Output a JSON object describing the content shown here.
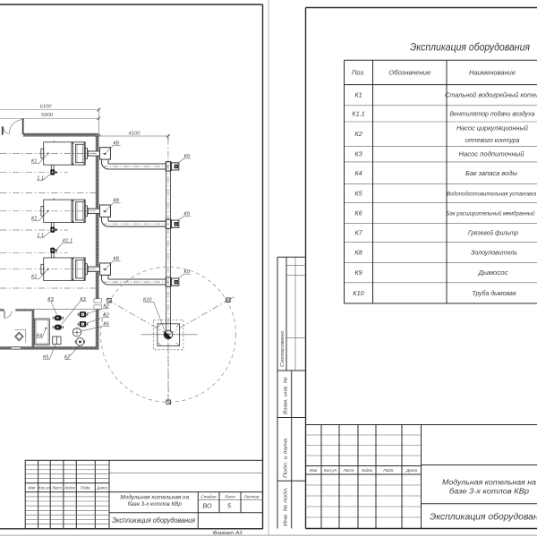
{
  "document_type": "two-sheet boiler plant drawing",
  "left_sheet": {
    "dimensions": {
      "width_total": "6100",
      "width_inner": "5900",
      "flue_span": "4100"
    },
    "plan_labels": {
      "k1": "К1",
      "k1_1_short": "1.1",
      "k1_1": "К1.1",
      "k2": "К2",
      "k3": "К3",
      "k4": "К4",
      "k5": "К5",
      "k6": "К6",
      "k7": "К7",
      "k8": "К8",
      "k9": "К9",
      "k10": "К10"
    },
    "title_block": {
      "columns": [
        "Изм",
        "Кол.уч",
        "Лист",
        "№док",
        "Подп.",
        "Дата"
      ],
      "project_line1": "Модульная котельная на",
      "project_line2": "базе 3-х котлов КВр",
      "sheet_title": "Экспликация оборудования",
      "stage_label": "Стадия",
      "sheet_label": "Лист",
      "sheets_label": "Листов",
      "stage": "ВО",
      "sheet_number": "5",
      "format_note": "Формат А3"
    }
  },
  "right_sheet": {
    "table": {
      "title": "Экспликация оборудования",
      "headers": [
        "Поз.",
        "Обозначение",
        "Наименование"
      ],
      "rows": [
        {
          "pos": "К1",
          "name": "Стальной водогрейный котел"
        },
        {
          "pos": "К1.1",
          "name": "Вентилятор подачи воздуха"
        },
        {
          "pos": "К2",
          "name": "Насос циркуляционный",
          "name2": "сетевого контура"
        },
        {
          "pos": "К3",
          "name": "Насос подпиточный"
        },
        {
          "pos": "К4",
          "name": "Бак запаса воды"
        },
        {
          "pos": "К5",
          "name": "Водоподготовительная установка"
        },
        {
          "pos": "К6",
          "name": "Бак расширительный мембранный"
        },
        {
          "pos": "К7",
          "name": "Грязевой фильтр"
        },
        {
          "pos": "К8",
          "name": "Золоуловитель"
        },
        {
          "pos": "К9",
          "name": "Дымосос"
        },
        {
          "pos": "К10",
          "name": "Труба дымовая"
        }
      ]
    },
    "margin_labels": {
      "agreed": "Согласовано",
      "replace_inv": "Взам. инв. №",
      "sign_date": "Подп. и дата",
      "inv_orig": "Инв. № подл."
    },
    "title_block": {
      "columns": [
        "Изм",
        "Кол.уч",
        "Лист",
        "№док",
        "Подп.",
        "Дата"
      ],
      "project_line1": "Модульная котельная на",
      "project_line2": "базе 3-х котлов КВр",
      "sheet_title": "Экспликация оборудования"
    }
  }
}
